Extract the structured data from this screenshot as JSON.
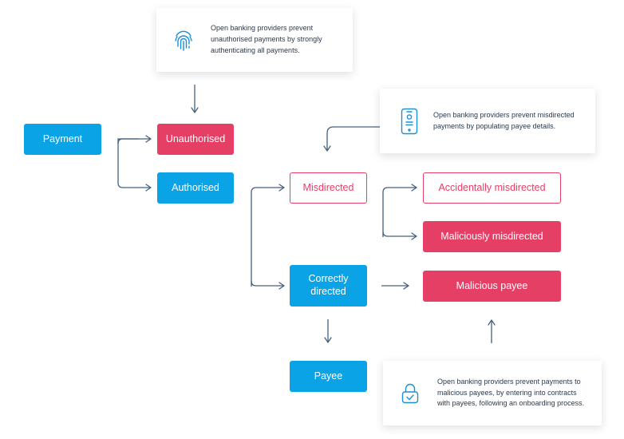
{
  "nodes": {
    "payment": "Payment",
    "unauthorised": "Unauthorised",
    "authorised": "Authorised",
    "misdirected": "Misdirected",
    "correctly_directed": "Correctly directed",
    "payee": "Payee",
    "accidentally_misdirected": "Accidentally misdirected",
    "maliciously_misdirected": "Maliciously misdirected",
    "malicious_payee": "Malicious payee"
  },
  "notes": {
    "authentication": {
      "icon": "fingerprint-icon",
      "text": "Open banking providers prevent unauthorised payments by strongly authenticating all payments."
    },
    "payee_details": {
      "icon": "phone-icon",
      "text": "Open banking providers prevent misdirected payments by populating payee details."
    },
    "onboarding": {
      "icon": "lock-icon",
      "text": "Open banking providers prevent payments to malicious payees, by entering into contracts with payees, following an onboarding process."
    }
  },
  "colors": {
    "blue": "#0aa3e6",
    "red": "#e63f66",
    "line": "#44607e",
    "icon": "#1b8fd6"
  }
}
